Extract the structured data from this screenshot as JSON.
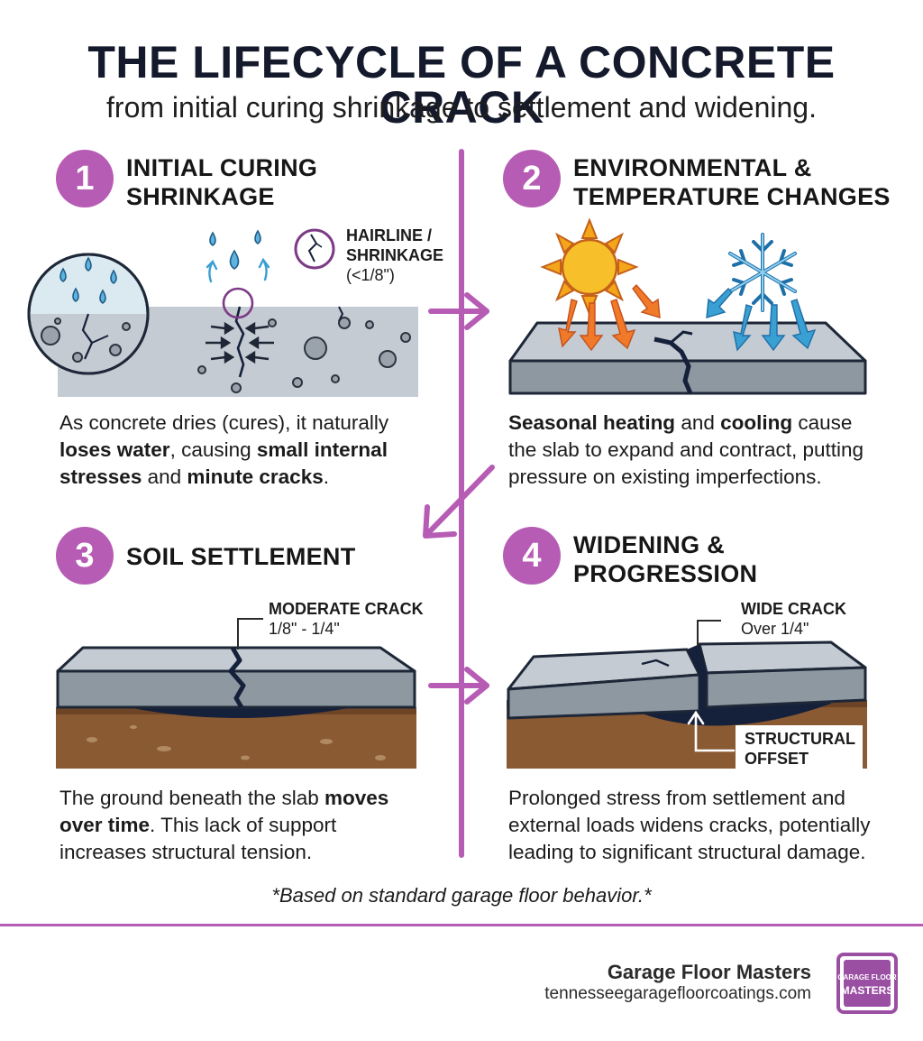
{
  "header": {
    "title": "THE LIFECYCLE OF A CONCRETE CRACK",
    "subtitle": "from initial curing shrinkage to settlement and widening."
  },
  "colors": {
    "accent": "#b75cb4",
    "slab_top": "#bcc4cc",
    "slab_side": "#8e98a1",
    "soil": "#8a5a33",
    "crack": "#15203a",
    "water": "#4aa6d8",
    "sun": "#f4b41a",
    "heat_arrow": "#f07a2a",
    "cold_arrow": "#3a9fd2"
  },
  "phases": [
    {
      "number": "1",
      "title_lines": [
        "INITIAL CURING",
        "SHRINKAGE"
      ],
      "description": [
        {
          "text": "As concrete dries (cures), it naturally ",
          "bold": false
        },
        {
          "text": "loses water",
          "bold": true
        },
        {
          "text": ", causing ",
          "bold": false
        },
        {
          "text": "small internal stresses",
          "bold": true
        },
        {
          "text": " and ",
          "bold": false
        },
        {
          "text": "minute cracks",
          "bold": true
        },
        {
          "text": ".",
          "bold": false
        }
      ],
      "callout": {
        "label": "HAIRLINE / SHRINKAGE",
        "range": "(<1/8\")",
        "icon": "hairline-crack-icon"
      }
    },
    {
      "number": "2",
      "title_lines": [
        "ENVIRONMENTAL &",
        "TEMPERATURE CHANGES"
      ],
      "description": [
        {
          "text": "Seasonal heating",
          "bold": true
        },
        {
          "text": " and ",
          "bold": false
        },
        {
          "text": "cooling",
          "bold": true
        },
        {
          "text": " cause the slab to expand and contract, putting pressure on existing imperfections.",
          "bold": false
        }
      ],
      "icons": [
        "sun-icon",
        "snowflake-icon"
      ]
    },
    {
      "number": "3",
      "title_lines": [
        "SOIL SETTLEMENT"
      ],
      "description": [
        {
          "text": "The ground beneath the slab ",
          "bold": false
        },
        {
          "text": "moves over time",
          "bold": true
        },
        {
          "text": ". This lack of support increases structural tension.",
          "bold": false
        }
      ],
      "callout": {
        "label": "MODERATE CRACK",
        "range": "1/8\" - 1/4\""
      }
    },
    {
      "number": "4",
      "title_lines": [
        "WIDENING &",
        "PROGRESSION"
      ],
      "description": [
        {
          "text": "Prolonged stress from settlement and external loads widens cracks, potentially leading to significant structural damage.",
          "bold": false
        }
      ],
      "callout": {
        "label": "WIDE CRACK",
        "range": "Over 1/4\""
      },
      "offset_label": [
        "STRUCTURAL",
        "OFFSET"
      ]
    }
  ],
  "footnote": "*Based on standard garage floor behavior.*",
  "brand": {
    "name": "Garage Floor Masters",
    "url": "tennesseegaragefloorcoatings.com",
    "logo_top": "GARAGE FLOOR",
    "logo_bottom": "MASTERS"
  }
}
